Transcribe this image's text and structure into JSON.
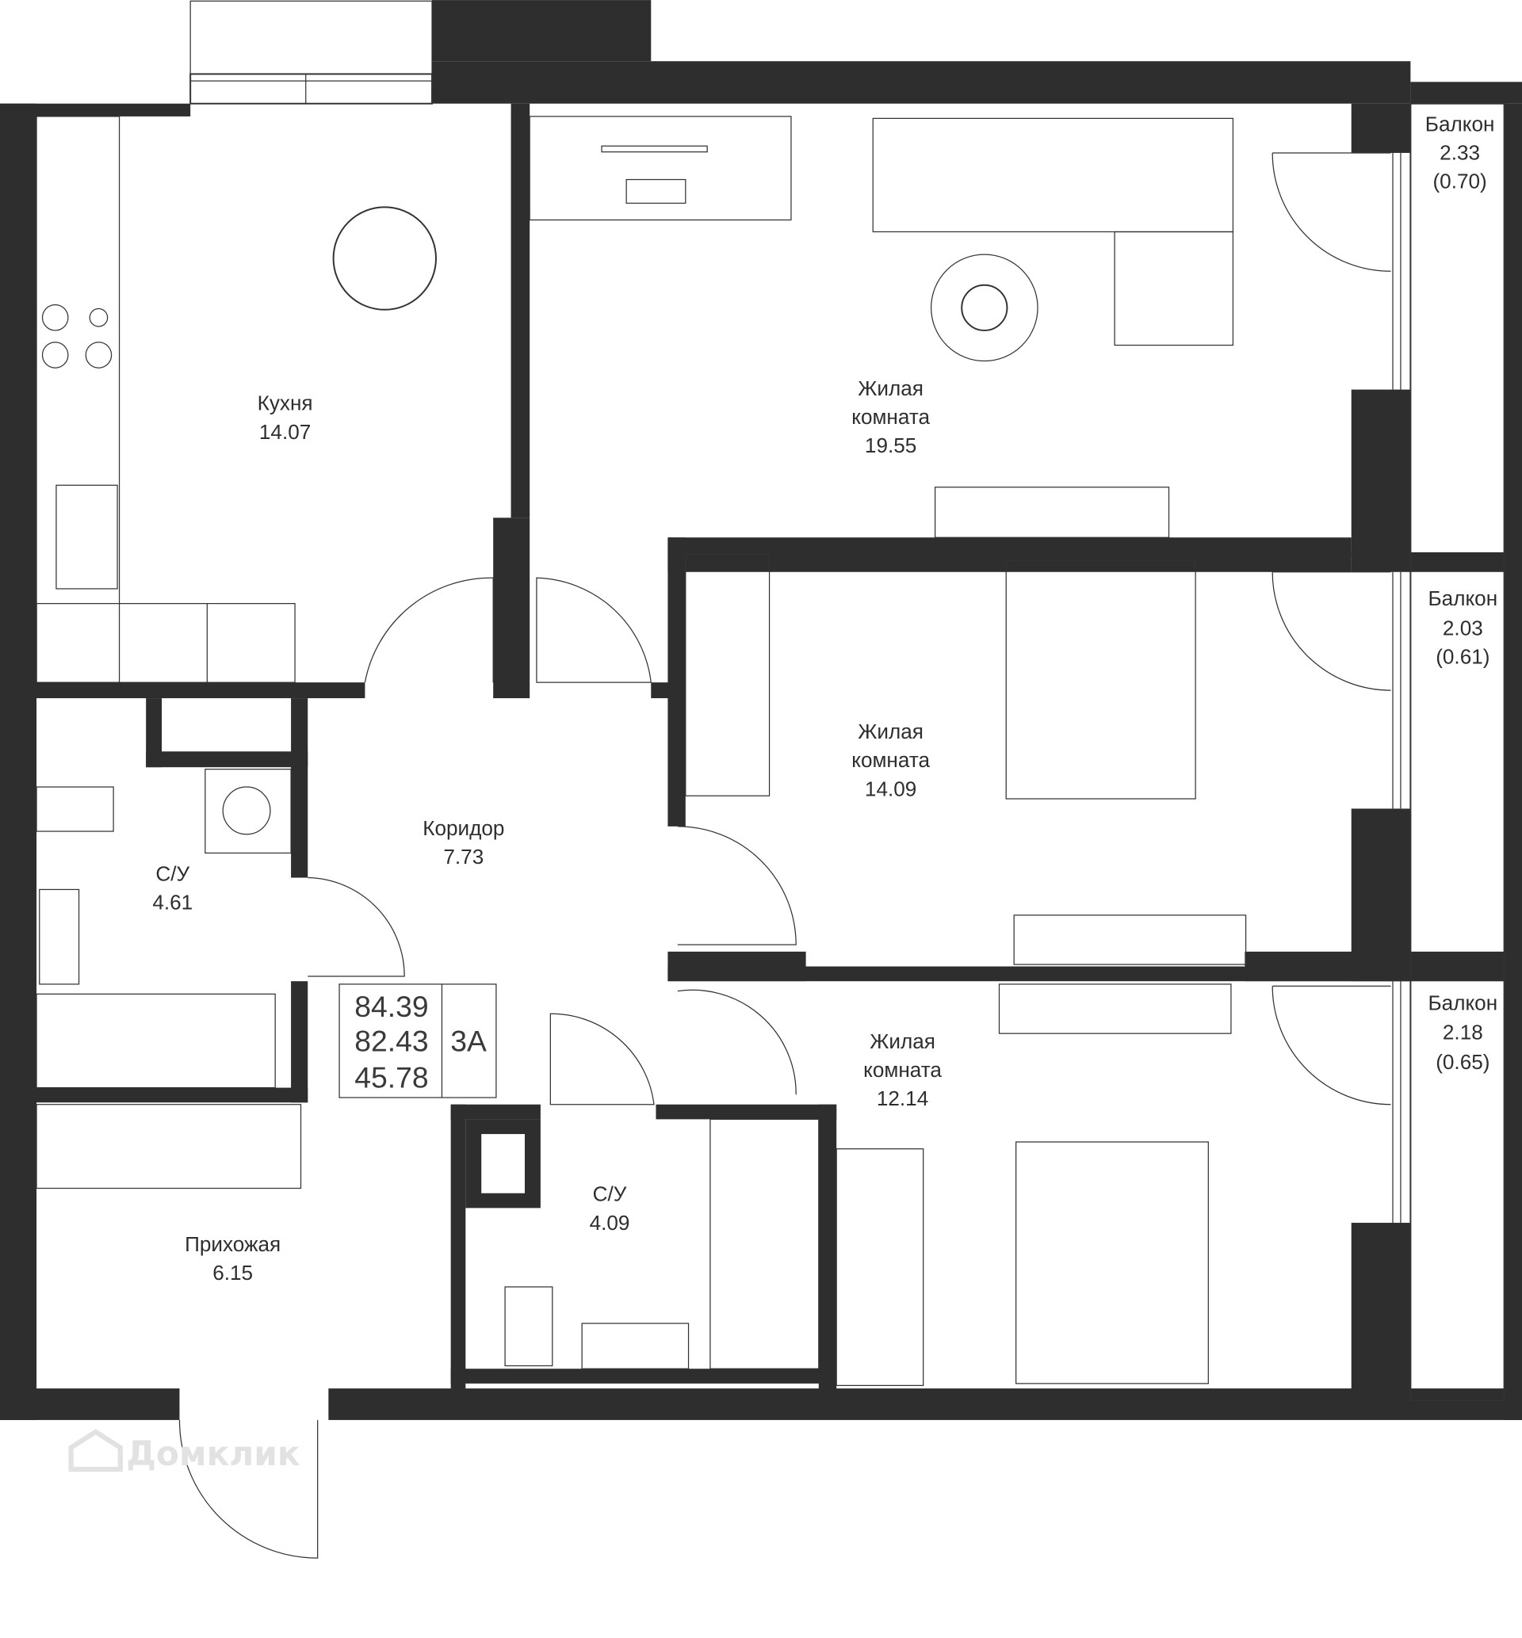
{
  "rooms": {
    "kitchen": {
      "name": "Кухня",
      "area": "14.07"
    },
    "living_main": {
      "name1": "Жилая",
      "name2": "комната",
      "area": "19.55"
    },
    "bedroom_1": {
      "name1": "Жилая",
      "name2": "комната",
      "area": "14.09"
    },
    "bedroom_2": {
      "name1": "Жилая",
      "name2": "комната",
      "area": "12.14"
    },
    "corridor": {
      "name": "Коридор",
      "area": "7.73"
    },
    "bathroom_1": {
      "name": "С/У",
      "area": "4.61"
    },
    "bathroom_2": {
      "name": "С/У",
      "area": "4.09"
    },
    "hallway": {
      "name": "Прихожая",
      "area": "6.15"
    },
    "balcony_1": {
      "name": "Балкон",
      "area": "2.33",
      "reduced": "(0.70)"
    },
    "balcony_2": {
      "name": "Балкон",
      "area": "2.03",
      "reduced": "(0.61)"
    },
    "balcony_3": {
      "name": "Балкон",
      "area": "2.18",
      "reduced": "(0.65)"
    }
  },
  "summary": {
    "total_area": "84.39",
    "area_without_balconies": "82.43",
    "living_area": "45.78",
    "apartment_type": "3А"
  },
  "watermark": "Домклик",
  "colors": {
    "wall": "#2e2e2e",
    "line": "#333333"
  }
}
